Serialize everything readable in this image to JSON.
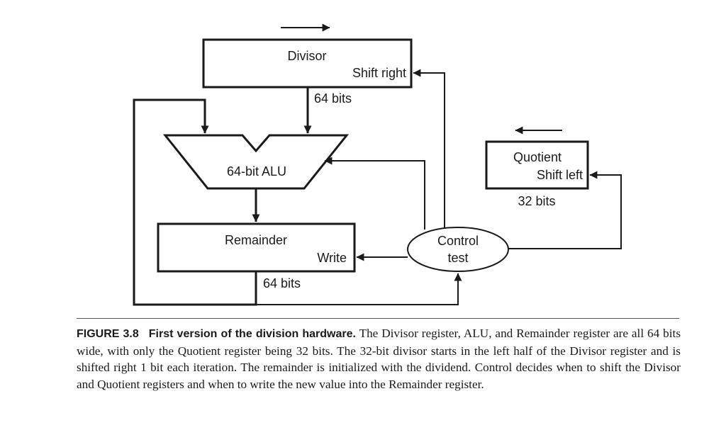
{
  "diagram": {
    "divisor": {
      "name": "Divisor",
      "action": "Shift right",
      "width": "64 bits"
    },
    "alu": {
      "name": "64-bit ALU"
    },
    "remainder": {
      "name": "Remainder",
      "action": "Write",
      "width": "64 bits"
    },
    "quotient": {
      "name": "Quotient",
      "action": "Shift left",
      "width": "32 bits"
    },
    "control": {
      "line1": "Control",
      "line2": "test"
    }
  },
  "caption": {
    "label": "FIGURE 3.8",
    "title": "First version of the division hardware.",
    "body": " The Divisor register, ALU, and Remainder register are all 64 bits wide, with only the Quotient register being 32 bits. The 32-bit divisor starts in the left half of the Divisor register and is shifted right 1 bit each iteration. The remainder is initialized with the dividend. Control decides when to shift the Divisor and Quotient registers and when to write the new value into the Remainder register."
  }
}
